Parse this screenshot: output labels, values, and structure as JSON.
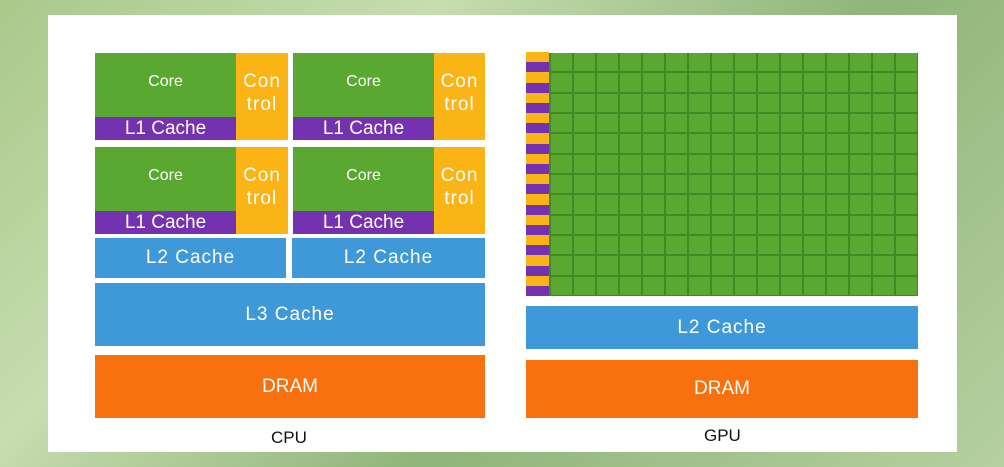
{
  "cpu": {
    "label": "CPU",
    "core": "Core",
    "control": [
      "Con",
      "trol"
    ],
    "l1": "L1 Cache",
    "l2": "L2 Cache",
    "l3": "L3 Cache",
    "dram": "DRAM"
  },
  "gpu": {
    "label": "GPU",
    "l2": "L2 Cache",
    "dram": "DRAM",
    "grid_rows": 12,
    "grid_cols": 16
  },
  "colors": {
    "core": "#5aa832",
    "l1": "#7532b0",
    "control": "#fbb416",
    "cache": "#3f99d8",
    "dram": "#f9700f"
  }
}
